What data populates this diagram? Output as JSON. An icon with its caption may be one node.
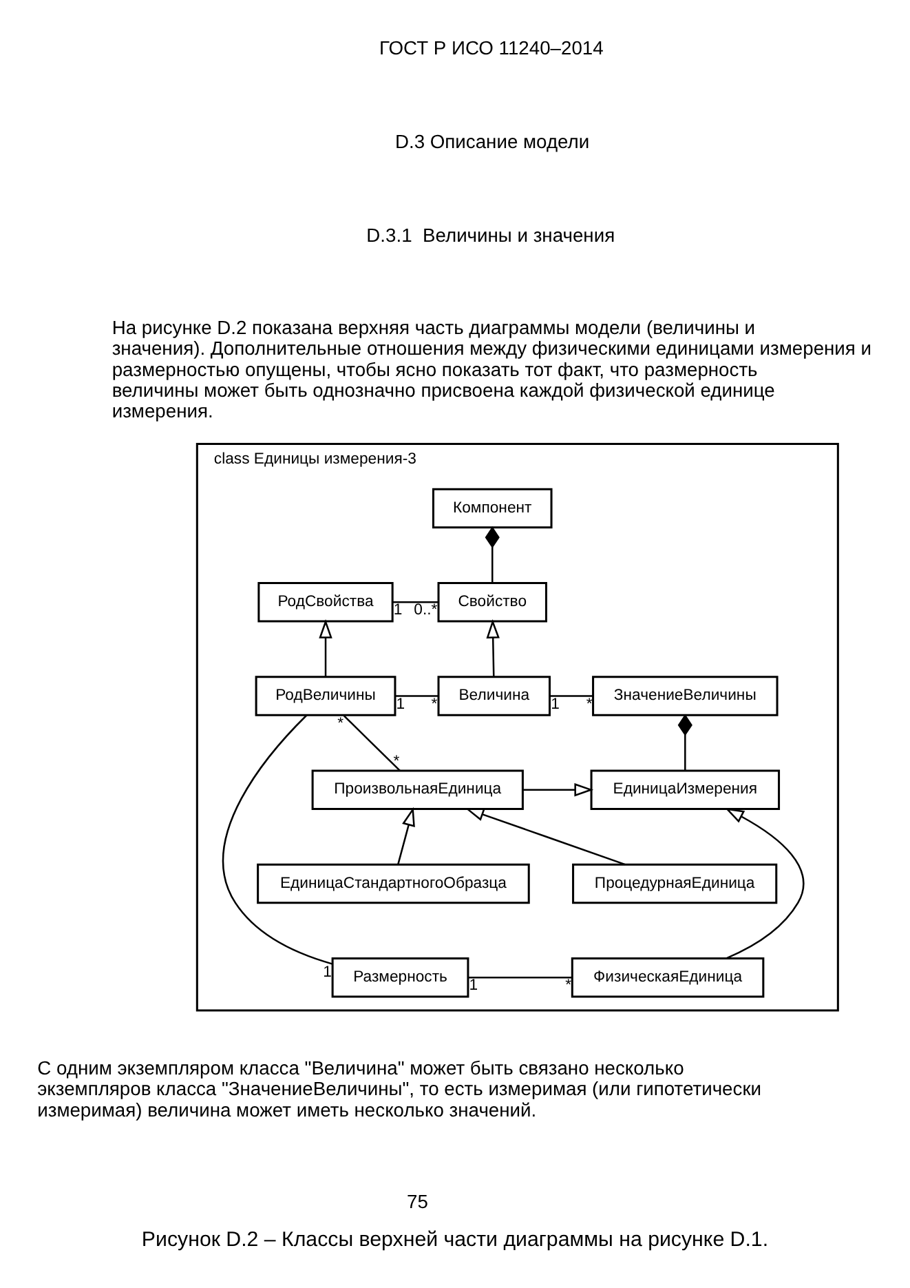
{
  "diagram": {
    "caption": "Рисунок D.2 – Классы верхней части диаграммы на рисунке D.1.",
    "nodes": [
      {
        "text": [
          "class Единицы измерения-3"
        ]
      },
      {
        "text": [
          "Компонент"
        ],
        "in": 0
      },
      {
        "text": [
          "РодСвойства"
        ],
        "in": 0
      },
      {
        "text": [
          "Свойство"
        ],
        "in": 0
      },
      {
        "text": [
          "РодВеличины"
        ],
        "in": 0
      },
      {
        "text": [
          "Величина"
        ],
        "in": 0
      },
      {
        "text": [
          "ЗначениеВеличины"
        ],
        "in": 0
      },
      {
        "text": [
          "ПроизвольнаяЕдиница"
        ],
        "in": 0
      },
      {
        "text": [
          "ЕдиницаИзмерения"
        ],
        "in": 0
      },
      {
        "text": [
          "ПроцедурнаяЕдиница"
        ],
        "in": 0
      },
      {
        "text": [
          "ЕдиницаСтандартногоОбразца"
        ],
        "in": 0
      },
      {
        "text": [
          "Размерность"
        ],
        "in": 0
      },
      {
        "text": [
          "ФизическаяЕдиница"
        ],
        "in": 0
      }
    ],
    "edges": [
      {
        "from": 3,
        "to": 1,
        "arrow": "other"
      },
      {
        "from": 2,
        "to": 3,
        "arrow": "none"
      },
      {
        "from": 5,
        "to": 3,
        "arrow": "to"
      },
      {
        "from": 4,
        "to": 2,
        "arrow": "to"
      },
      {
        "from": 4,
        "to": 5,
        "arrow": "none"
      },
      {
        "from": 5,
        "to": 6,
        "arrow": "none"
      },
      {
        "from": 8,
        "to": 6,
        "arrow": "other"
      },
      {
        "from": 7,
        "to": 4,
        "arrow": "none"
      },
      {
        "from": 7,
        "to": 8,
        "arrow": "to"
      },
      {
        "from": 9,
        "to": 7,
        "arrow": "to"
      },
      {
        "from": 10,
        "to": 7,
        "arrow": "to"
      },
      {
        "from": 12,
        "to": 8,
        "arrow": "to"
      },
      {
        "from": 11,
        "to": 4,
        "arrow": "none"
      },
      {
        "from": 11,
        "to": 12,
        "arrow": "none"
      }
    ],
    "labels": [
      "ГОСТ Р ИСО 11240–2014",
      "D.3 Описание модели",
      "D.3.1  Величины и значения",
      "На рисунке D.2 показана верхняя часть диаграммы модели (величины и значения). Дополнительные отношения между физическими единицами измерения и размерностью опущены, чтобы ясно показать тот факт, что размерность величины может быть однозначно присвоена каждой физической единице измерения.",
      "1",
      "0..*",
      "1",
      "*",
      "1",
      "*",
      "*",
      "*",
      "1",
      "1",
      "*",
      "С одним экземпляром класса \"Величина\" может быть связано несколько экземпляров класса \"ЗначениеВеличины\", то есть измеримая (или гипотетически измеримая) величина может иметь несколько значений.",
      "75"
    ]
  }
}
